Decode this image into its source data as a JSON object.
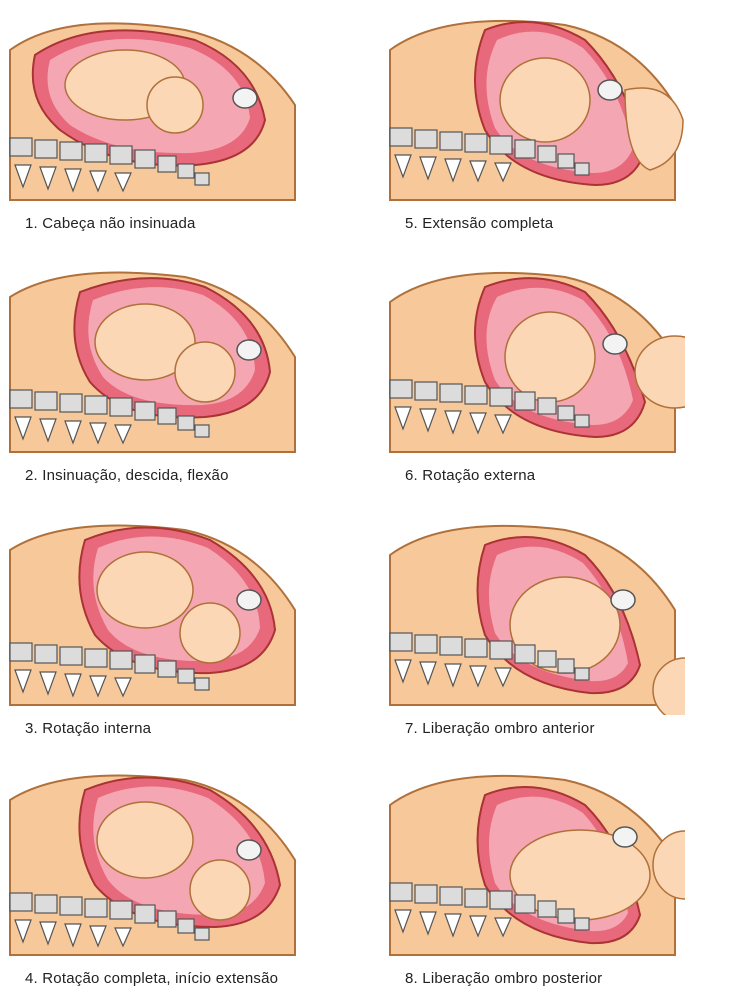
{
  "stages": [
    {
      "label": "1. Cabeça não insinuada"
    },
    {
      "label": "2. Insinuação, descida, flexão"
    },
    {
      "label": "3. Rotação interna"
    },
    {
      "label": "4. Rotação completa, início extensão"
    },
    {
      "label": "5. Extensão completa"
    },
    {
      "label": "6. Rotação externa"
    },
    {
      "label": "7. Liberação ombro anterior"
    },
    {
      "label": "8. Liberação ombro posterior"
    }
  ],
  "colors": {
    "skin": "#f7c99a",
    "skin_outline": "#b0703a",
    "uterus": "#e8697c",
    "uterus_light": "#f4a7b3",
    "baby": "#fbd7b5",
    "spine": "#dcdcdc",
    "spine_outline": "#555555"
  }
}
